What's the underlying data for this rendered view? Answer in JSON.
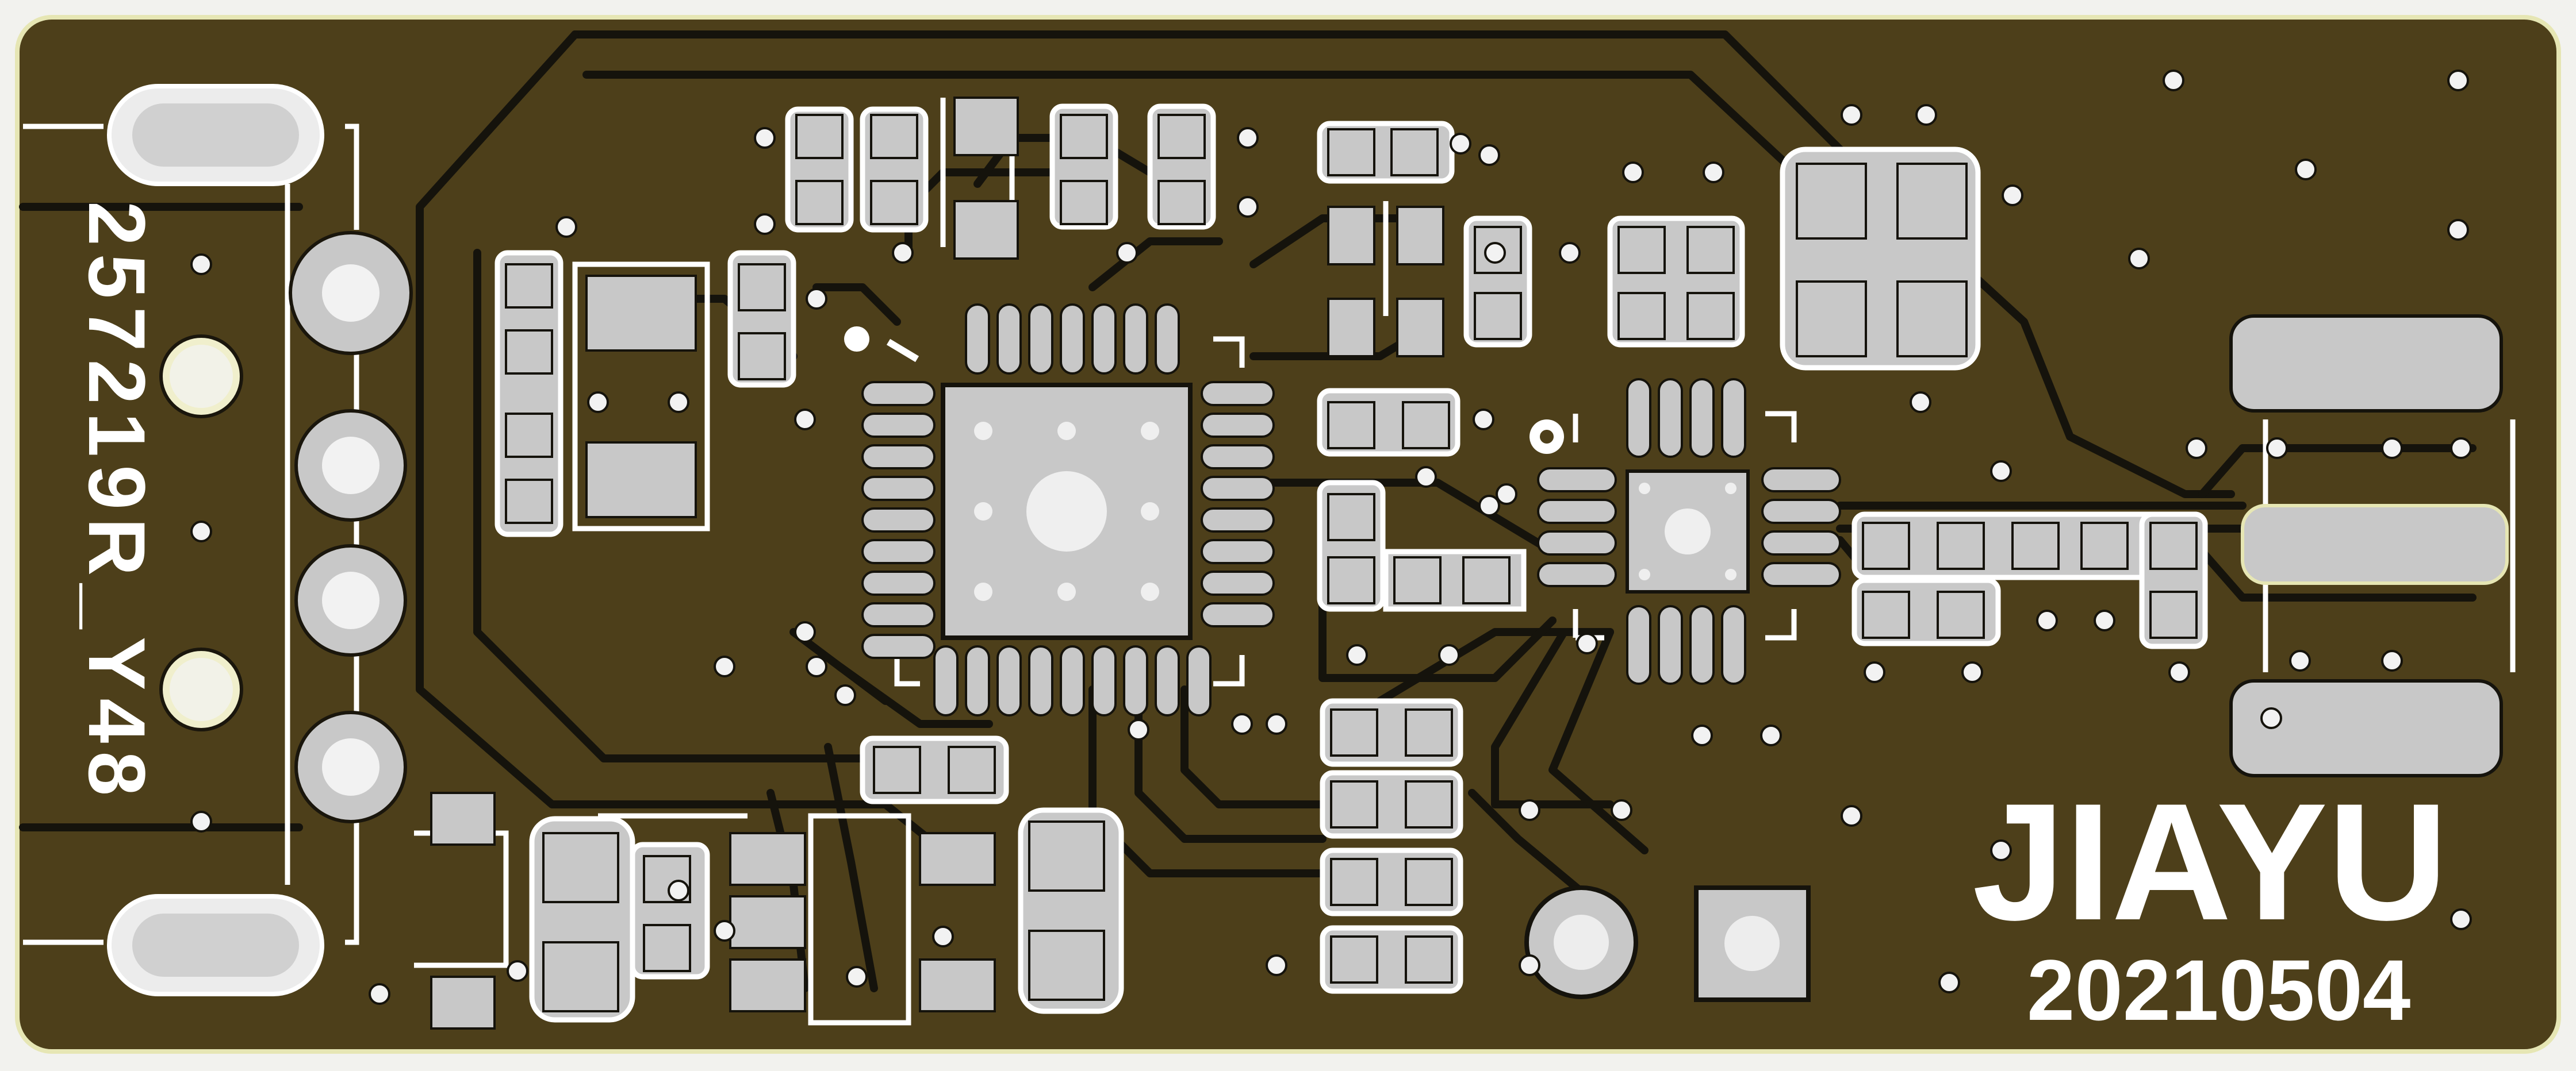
{
  "board": {
    "part_number": "257219R_Y48",
    "brand": "JIAYU",
    "date_code": "20210504"
  },
  "colors": {
    "substrate": "#4d3f1a",
    "edge": "#e6e6b4",
    "trace": "#15130c",
    "silkscreen": "#ffffff",
    "pad": "#c8c8c8",
    "via": "#ececec"
  }
}
